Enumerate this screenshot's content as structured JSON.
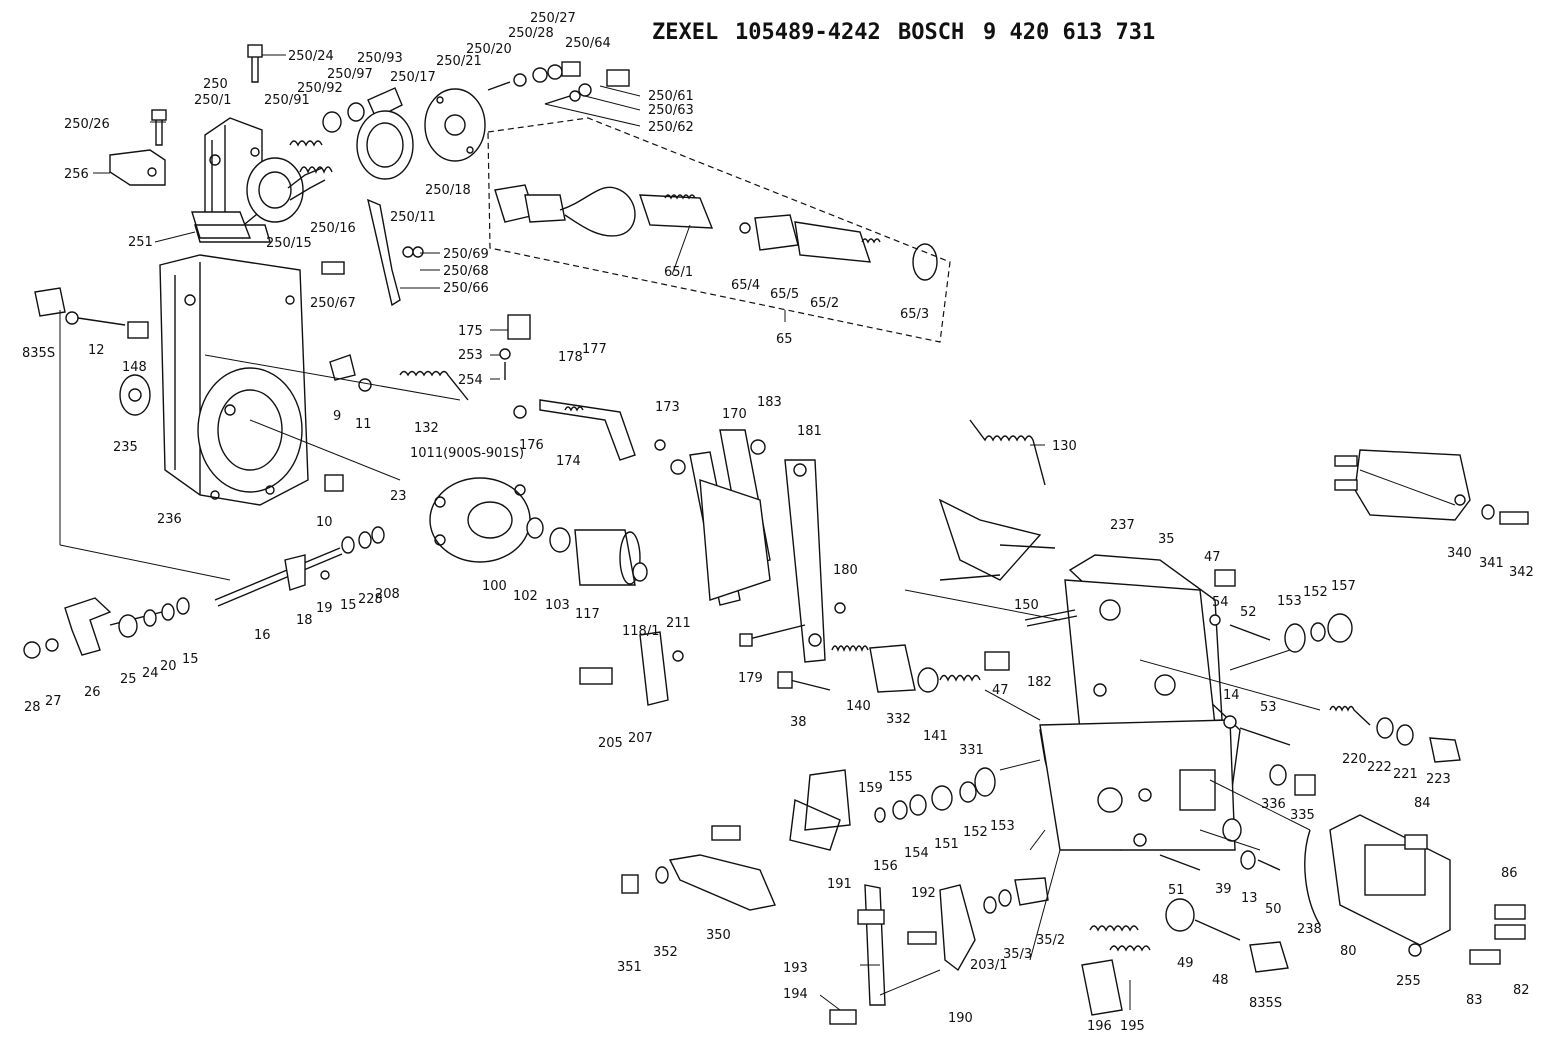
{
  "header": {
    "brand1": "ZEXEL",
    "code1": "105489-4242",
    "brand2": "BOSCH",
    "code2": "9 420 613 731"
  },
  "labels": {
    "250_24": "250/24",
    "250_27": "250/27",
    "250_28": "250/28",
    "250_20": "250/20",
    "250_64": "250/64",
    "250_21": "250/21",
    "250_93": "250/93",
    "250_97": "250/97",
    "250_17": "250/17",
    "250_92": "250/92",
    "250": "250",
    "250_1": "250/1",
    "250_91": "250/91",
    "250_61": "250/61",
    "250_63": "250/63",
    "250_62": "250/62",
    "250_26": "250/26",
    "256": "256",
    "250_18": "250/18",
    "250_11": "250/11",
    "251": "251",
    "250_15": "250/15",
    "250_16": "250/16",
    "250_69": "250/69",
    "250_68": "250/68",
    "250_67": "250/67",
    "250_66": "250/66",
    "65_1": "65/1",
    "65_4": "65/4",
    "65_5": "65/5",
    "65_2": "65/2",
    "65_3": "65/3",
    "65": "65",
    "835S_a": "835S",
    "12": "12",
    "148": "148",
    "235": "235",
    "236": "236",
    "175": "175",
    "253": "253",
    "254": "254",
    "178": "178",
    "177": "177",
    "9": "9",
    "11": "11",
    "132": "132",
    "173": "173",
    "176": "176",
    "174": "174",
    "170": "170",
    "183": "183",
    "181": "181",
    "130": "130",
    "1011": "1011(900S-901S)",
    "23": "23",
    "10": "10",
    "100": "100",
    "102": "102",
    "103": "103",
    "117": "117",
    "118_1": "118/1",
    "180": "180",
    "211": "211",
    "15a": "15",
    "228": "228",
    "208": "208",
    "19": "19",
    "18": "18",
    "16": "16",
    "26": "26",
    "25": "25",
    "24": "24",
    "20": "20",
    "15b": "15",
    "28": "28",
    "27": "27",
    "205": "205",
    "207": "207",
    "179": "179",
    "38": "38",
    "140": "140",
    "332": "332",
    "141": "141",
    "331": "331",
    "150": "150",
    "237": "237",
    "35": "35",
    "47a": "47",
    "54": "54",
    "52": "52",
    "153a": "153",
    "152a": "152",
    "157": "157",
    "340": "340",
    "341": "341",
    "342": "342",
    "182": "182",
    "47b": "47",
    "14": "14",
    "53": "53",
    "220": "220",
    "222": "222",
    "221": "221",
    "223": "223",
    "336": "336",
    "335": "335",
    "84": "84",
    "159": "159",
    "155": "155",
    "191": "191",
    "156": "156",
    "154": "154",
    "151": "151",
    "152b": "152",
    "153b": "153",
    "51": "51",
    "39": "39",
    "13": "13",
    "50": "50",
    "238": "238",
    "80": "80",
    "86": "86",
    "82": "82",
    "83": "83",
    "255": "255",
    "351": "351",
    "352": "352",
    "350": "350",
    "192": "192",
    "193": "193",
    "194": "194",
    "190": "190",
    "203_1": "203/1",
    "35_3": "35/3",
    "35_2": "35/2",
    "49": "49",
    "48": "48",
    "835S_b": "835S",
    "196": "196",
    "195": "195"
  }
}
